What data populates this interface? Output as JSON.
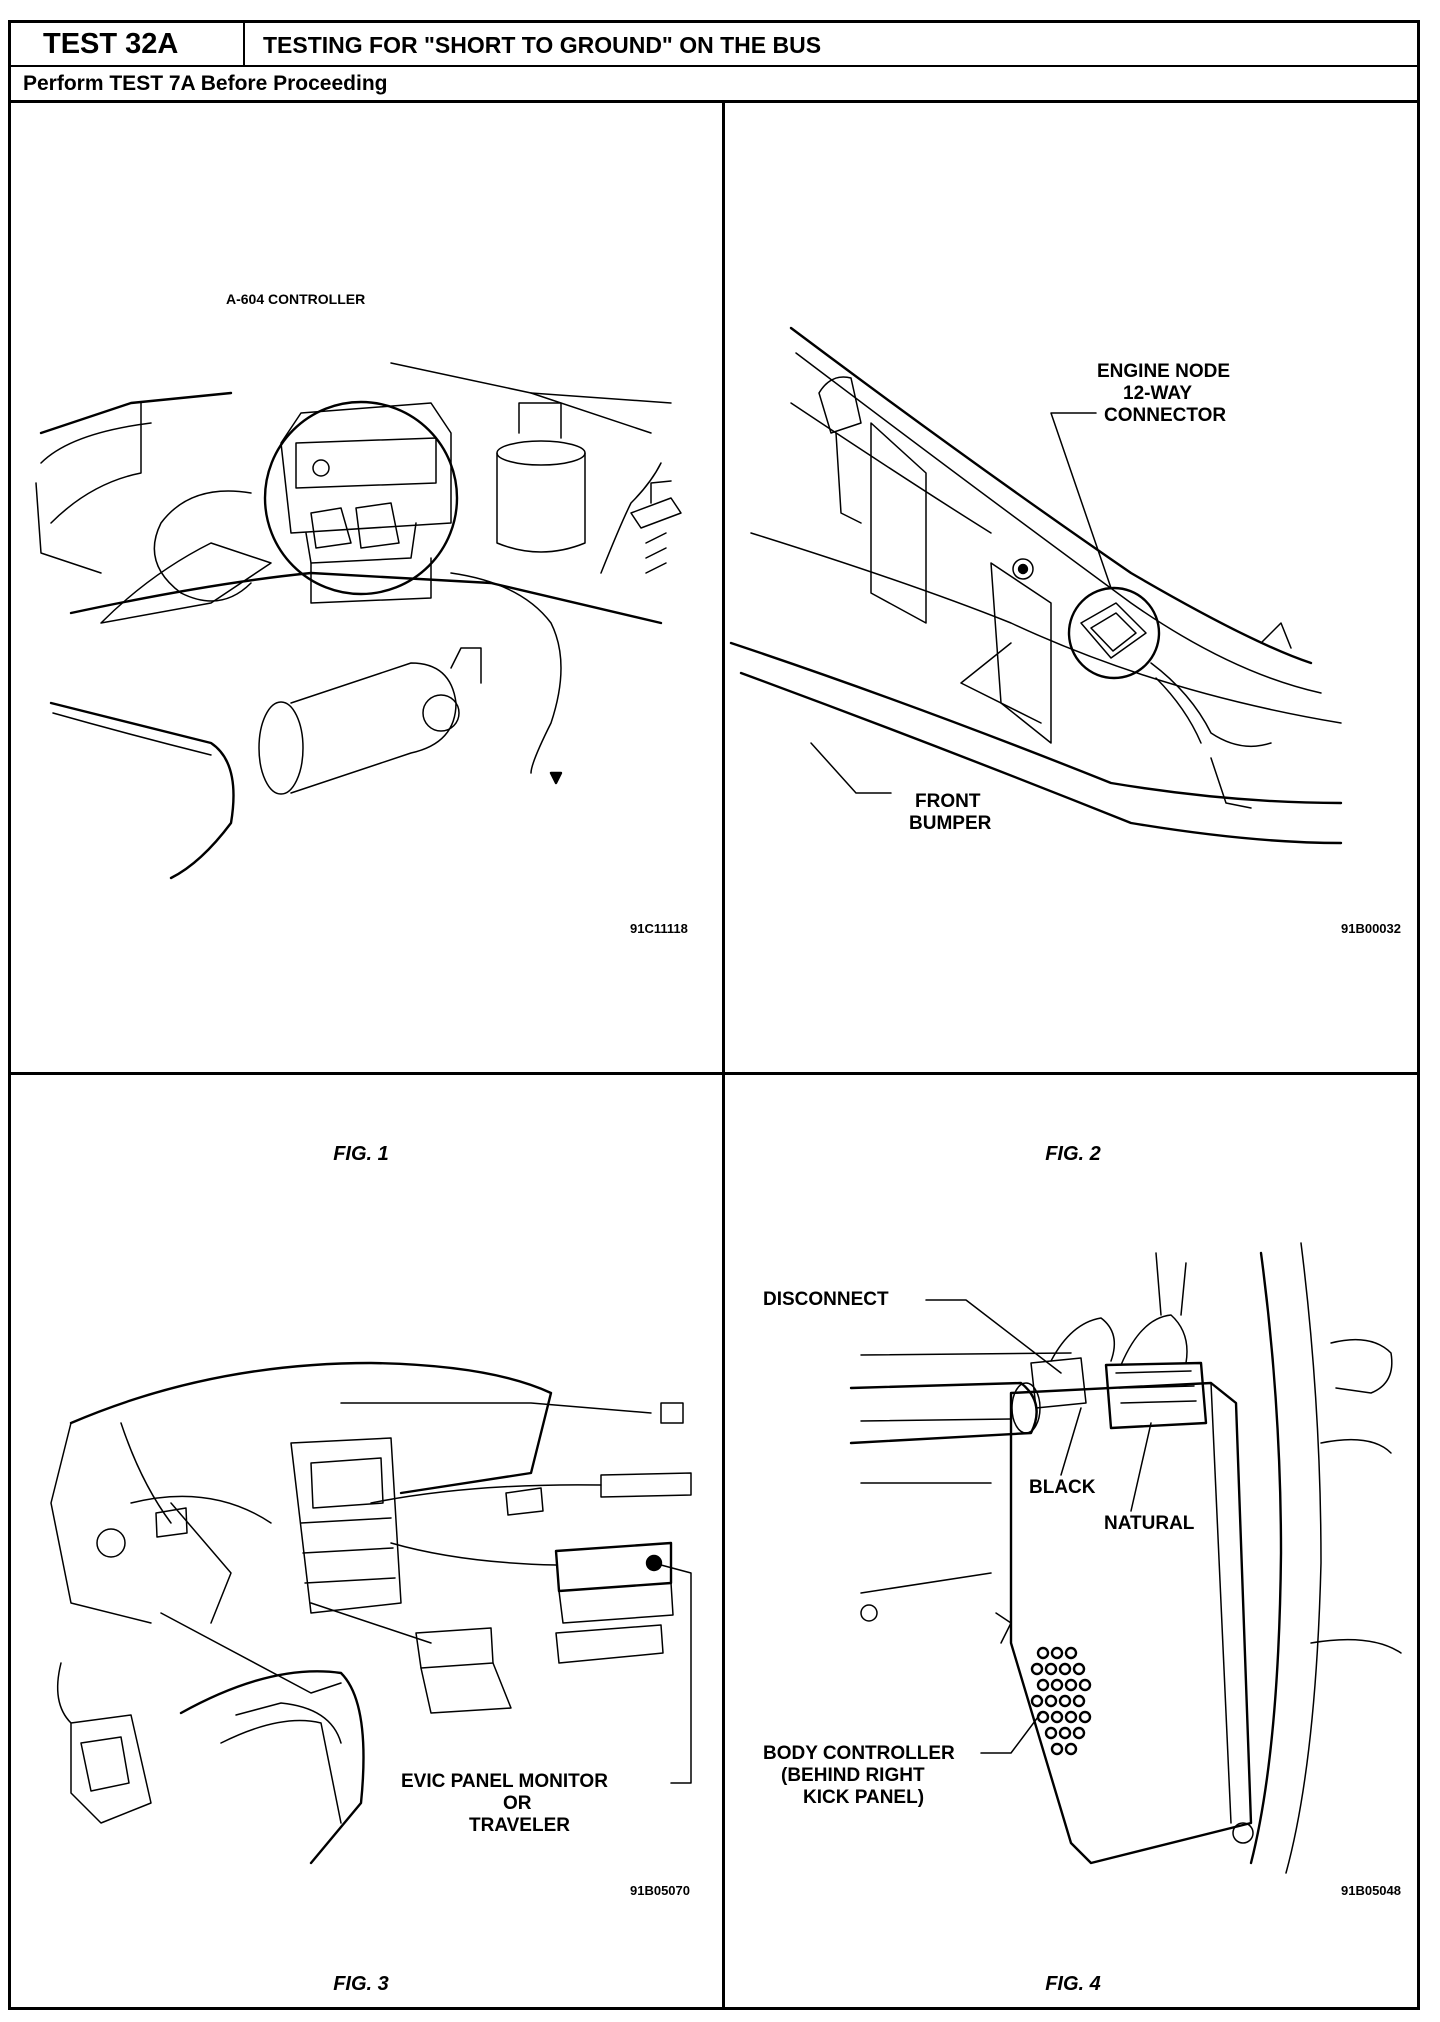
{
  "header": {
    "test_id": "TEST 32A",
    "title": "TESTING FOR \"SHORT TO GROUND\" ON THE BUS",
    "subtitle": "Perform TEST 7A Before Proceeding"
  },
  "figures": [
    {
      "caption": "FIG. 1",
      "code": "91C11118",
      "labels": [
        "A-604 CONTROLLER"
      ]
    },
    {
      "caption": "FIG. 2",
      "code": "91B00032",
      "labels": [
        "ENGINE NODE",
        "12-WAY",
        "CONNECTOR",
        "FRONT",
        "BUMPER"
      ]
    },
    {
      "caption": "FIG. 3",
      "code": "91B05070",
      "labels": [
        "EVIC PANEL MONITOR",
        "OR",
        "TRAVELER"
      ]
    },
    {
      "caption": "FIG. 4",
      "code": "91B05048",
      "labels": [
        "DISCONNECT",
        "BLACK",
        "NATURAL",
        "BODY CONTROLLER",
        "(BEHIND RIGHT",
        "KICK PANEL)"
      ]
    }
  ]
}
